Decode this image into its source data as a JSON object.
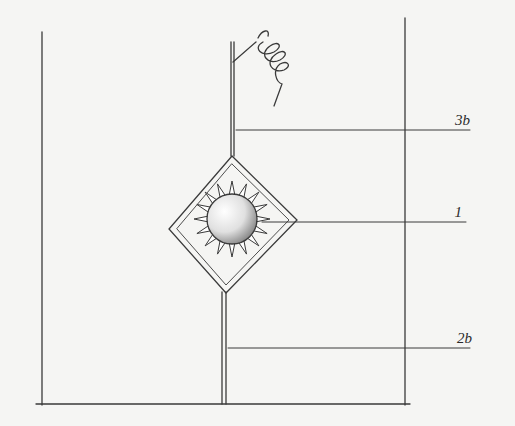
{
  "diagram": {
    "labels": [
      "3b",
      "1",
      "2b"
    ]
  }
}
